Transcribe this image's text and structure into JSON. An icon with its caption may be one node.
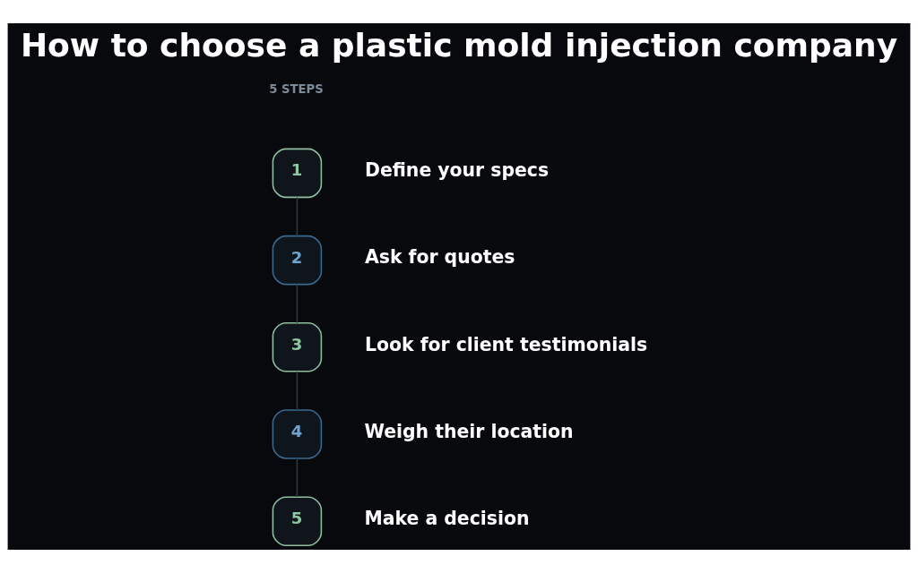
{
  "diagram": {
    "title": "How to choose a plastic mold injection company",
    "nodes": [
      {
        "text": [
          "1"
        ],
        "beside": [
          "Define your specs"
        ]
      },
      {
        "text": [
          "2"
        ],
        "beside": [
          "Ask for quotes"
        ]
      },
      {
        "text": [
          "3"
        ],
        "beside": [
          "Look for client testimonials"
        ]
      },
      {
        "text": [
          "4"
        ],
        "beside": [
          "Weigh their location"
        ]
      },
      {
        "text": [
          "5"
        ],
        "beside": [
          "Make a decision"
        ]
      }
    ],
    "edges": [
      {
        "from": 0,
        "to": 1,
        "arrow": "none"
      },
      {
        "from": 1,
        "to": 2,
        "arrow": "none"
      },
      {
        "from": 2,
        "to": 3,
        "arrow": "none"
      },
      {
        "from": 3,
        "to": 4,
        "arrow": "none"
      }
    ],
    "labels": [
      "5 STEPS"
    ]
  }
}
